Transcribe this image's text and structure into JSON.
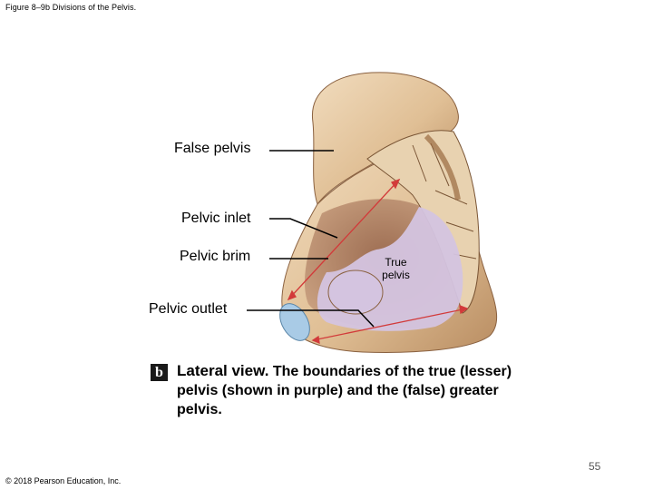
{
  "figure_title": "Figure 8–9b Divisions of the Pelvis.",
  "labels": {
    "false_pelvis": "False pelvis",
    "pelvic_inlet": "Pelvic inlet",
    "pelvic_brim": "Pelvic brim",
    "true_pelvis_line1": "True",
    "true_pelvis_line2": "pelvis",
    "pelvic_outlet": "Pelvic outlet"
  },
  "caption": {
    "badge": "b",
    "heading": "Lateral view.",
    "text": " The boundaries of the true (lesser) pelvis (shown in purple) and the (false) greater pelvis."
  },
  "page_number": "55",
  "copyright": "© 2018 Pearson Education, Inc.",
  "colors": {
    "bone": "#e2c39b",
    "bone_shadow": "#b8895a",
    "true_pelvis_purple": "#d4c4e0",
    "inlet_arrow": "#d23a3a",
    "cartilage_blue": "#a9cbe6"
  }
}
